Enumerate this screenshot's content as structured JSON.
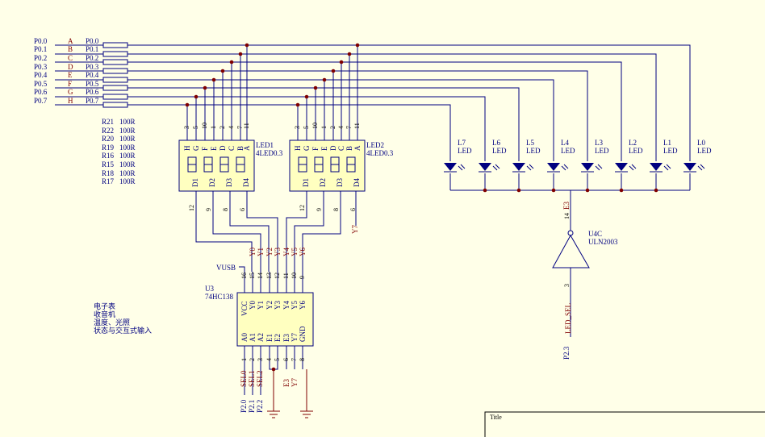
{
  "ports": [
    "P0.0",
    "P0.1",
    "P0.2",
    "P0.3",
    "P0.4",
    "P0.5",
    "P0.6",
    "P0.7"
  ],
  "segments": [
    "A",
    "B",
    "C",
    "D",
    "E",
    "F",
    "G",
    "H"
  ],
  "net_labels": [
    "P0.0",
    "P0.1",
    "P0.2",
    "P0.3",
    "P0.4",
    "P0.5",
    "P0.6",
    "P0.7"
  ],
  "resistors": [
    {
      "ref": "R21",
      "value": "100R"
    },
    {
      "ref": "R22",
      "value": "100R"
    },
    {
      "ref": "R20",
      "value": "100R"
    },
    {
      "ref": "R19",
      "value": "100R"
    },
    {
      "ref": "R16",
      "value": "100R"
    },
    {
      "ref": "R15",
      "value": "100R"
    },
    {
      "ref": "R18",
      "value": "100R"
    },
    {
      "ref": "R17",
      "value": "100R"
    }
  ],
  "displays": [
    {
      "ref": "LED1",
      "part": "4LED0.3"
    },
    {
      "ref": "LED2",
      "part": "4LED0.3"
    }
  ],
  "display_pins_top": [
    "3",
    "5",
    "10",
    "1",
    "2",
    "4",
    "7",
    "11"
  ],
  "display_seg_labels": [
    "H",
    "G",
    "F",
    "E",
    "D",
    "C",
    "B",
    "A"
  ],
  "display_digits": [
    "D1",
    "D2",
    "D3",
    "D4"
  ],
  "display1_digit_pins": [
    "12",
    "9",
    "8",
    "6"
  ],
  "display2_digit_pins": [
    "12",
    "9",
    "8",
    "6"
  ],
  "display2_y7_label": "Y7",
  "leds": [
    {
      "ref": "L7",
      "part": "LED"
    },
    {
      "ref": "L6",
      "part": "LED"
    },
    {
      "ref": "L5",
      "part": "LED"
    },
    {
      "ref": "L4",
      "part": "LED"
    },
    {
      "ref": "L3",
      "part": "LED"
    },
    {
      "ref": "L2",
      "part": "LED"
    },
    {
      "ref": "L1",
      "part": "LED"
    },
    {
      "ref": "L0",
      "part": "LED"
    }
  ],
  "decoder": {
    "ref": "U3",
    "part": "74HC138",
    "vusb": "VUSB",
    "top_pins": [
      "VCC",
      "Y0",
      "Y1",
      "Y2",
      "Y3",
      "Y4",
      "Y5",
      "Y6"
    ],
    "top_nums": [
      "16",
      "15",
      "14",
      "13",
      "12",
      "11",
      "10",
      "9"
    ],
    "top_nets": [
      "Y0",
      "Y1",
      "Y2",
      "Y3",
      "Y4",
      "Y5",
      "Y6"
    ],
    "bottom_pins": [
      "A0",
      "A1",
      "A2",
      "E1",
      "E2",
      "E3",
      "Y7",
      "GND"
    ],
    "bottom_nums": [
      "1",
      "2",
      "3",
      "4",
      "5",
      "6",
      "7",
      "8"
    ],
    "bottom_nets": [
      "SEL0",
      "SEL1",
      "SEL2",
      "E3",
      "Y7"
    ],
    "ports": [
      "P2.0",
      "P2.1",
      "P2.2"
    ]
  },
  "driver": {
    "ref": "U4C",
    "part": "ULN2003",
    "pin_out": "14",
    "net_out": "E3",
    "pin_in": "3",
    "net_in": "LED_SEL",
    "port": "P2.3"
  },
  "notes": [
    "电子表",
    "收音机",
    "温度、光照",
    "状态与交互式输入"
  ],
  "title_block": {
    "label": "Title"
  }
}
